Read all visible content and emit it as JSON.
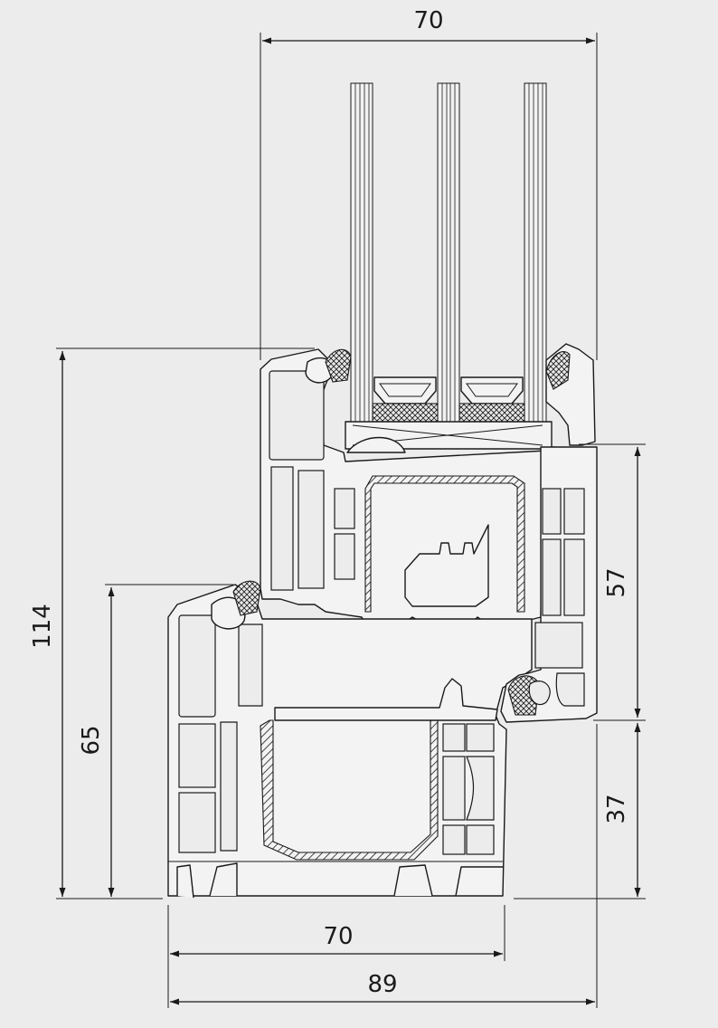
{
  "dimensions": {
    "top_width": "70",
    "total_height": "114",
    "frame_height": "65",
    "sash_height": "57",
    "frame_depth_lower": "37",
    "bottom_frame_width": "70",
    "bottom_total_width": "89"
  },
  "colors": {
    "background": "#ececec",
    "line": "#1a1a1a",
    "profile_fill": "#f3f3f3"
  }
}
